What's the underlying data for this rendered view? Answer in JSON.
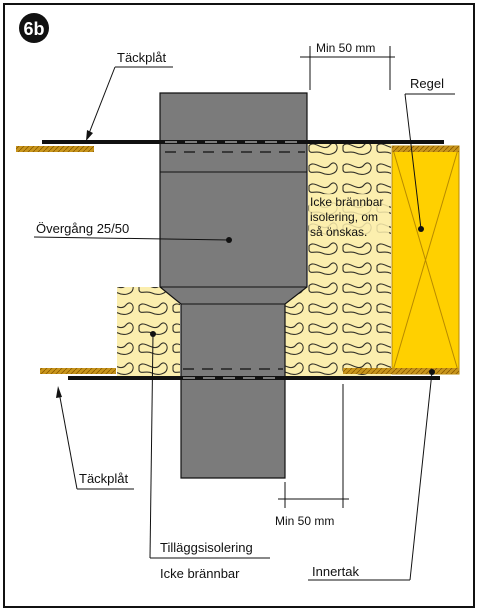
{
  "badge": "6b",
  "labels": {
    "tackplat_top": "Täckplåt",
    "min50_top": "Min 50 mm",
    "regel": "Regel",
    "icke_line1": "Icke brännbar",
    "icke_line2": "isolering, om",
    "icke_line3": "så önskas.",
    "overgang": "Övergång 25/50",
    "tackplat_bottom": "Täckplåt",
    "min50_bottom": "Min 50 mm",
    "tillagg_line1": "Tilläggsisolering",
    "tillagg_line2": "Icke brännbar",
    "innertak": "Innertak"
  },
  "colors": {
    "pipe": "#7b7b7b",
    "insulation": "#fbeeae",
    "beam": "#ffd000",
    "sheet_edge": "#c8951c",
    "frame": "#111111"
  }
}
